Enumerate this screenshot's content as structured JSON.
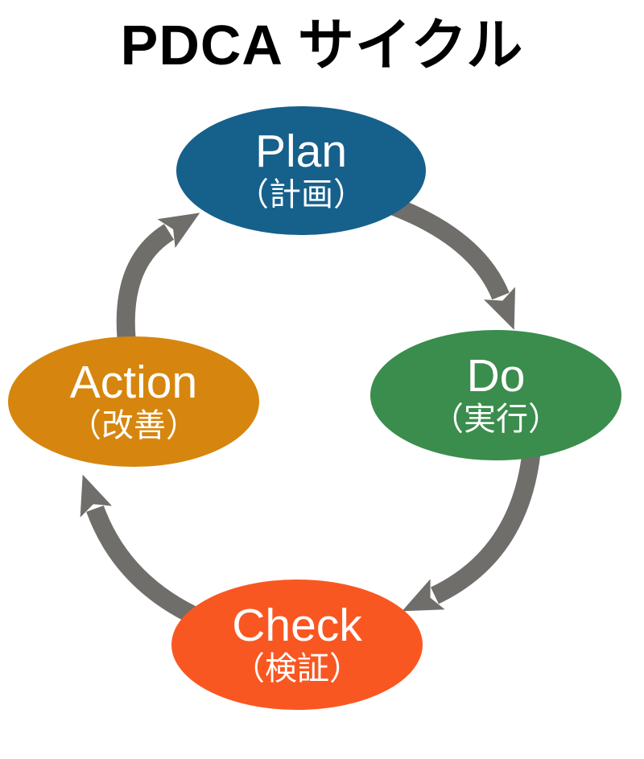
{
  "title": "PDCA サイクル",
  "colors": {
    "plan": "#16608C",
    "do": "#3A8D4C",
    "check": "#F95722",
    "action": "#D6860E",
    "arrow": "#706E6B",
    "node_text": "#FFFFFF",
    "title_text": "#000000",
    "background": "#FFFFFF"
  },
  "nodes": [
    {
      "id": "plan",
      "label_en": "Plan",
      "label_ja": "（計画）"
    },
    {
      "id": "do",
      "label_en": "Do",
      "label_ja": "（実行）"
    },
    {
      "id": "check",
      "label_en": "Check",
      "label_ja": "（検証）"
    },
    {
      "id": "action",
      "label_en": "Action",
      "label_ja": "（改善）"
    }
  ],
  "arrows": [
    {
      "from": "Plan",
      "to": "Do"
    },
    {
      "from": "Do",
      "to": "Check"
    },
    {
      "from": "Check",
      "to": "Action"
    },
    {
      "from": "Action",
      "to": "Plan"
    }
  ],
  "cycle_direction": "clockwise"
}
